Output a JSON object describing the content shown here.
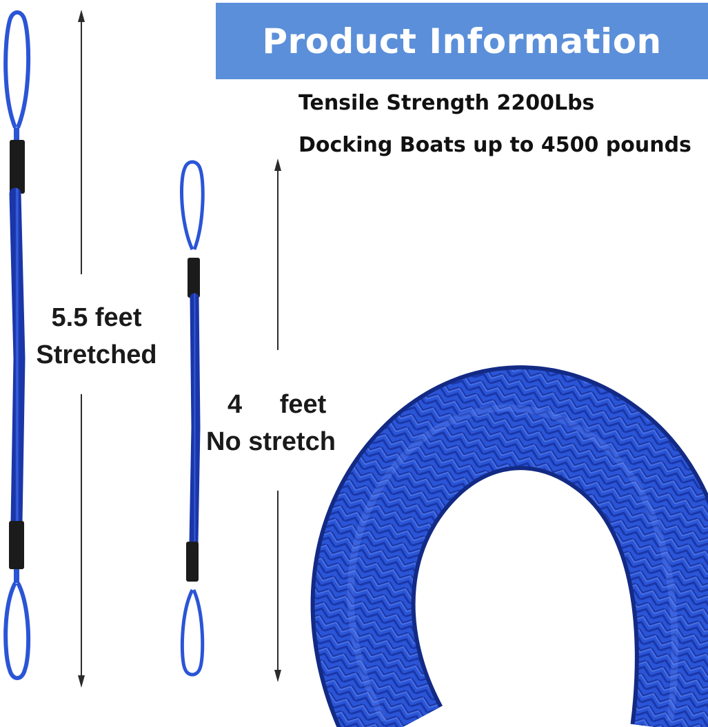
{
  "header": {
    "title": "Product Information"
  },
  "specs": [
    "Tensile Strength 2200Lbs",
    "Docking Boats up to 4500 pounds"
  ],
  "stretched": {
    "length": "5.5 feet",
    "state": "Stretched"
  },
  "unstretched": {
    "length_value": "4",
    "length_unit": "feet",
    "state": "No stretch"
  },
  "colors": {
    "banner": "#5b8fd9",
    "rope": "#2a55d6",
    "rope_dark": "#1a36a8",
    "sleeve": "#1b1b1b",
    "arrow": "#2b2b2b"
  }
}
